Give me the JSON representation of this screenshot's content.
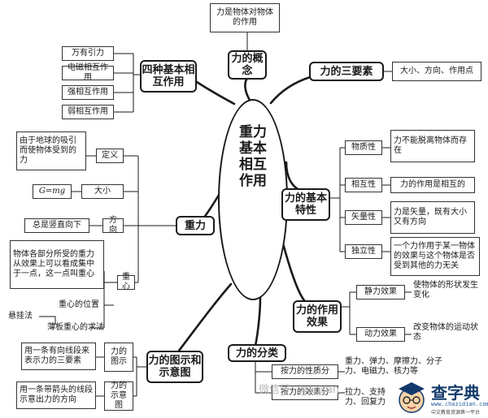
{
  "center": {
    "text": "重力 基本相互作用"
  },
  "concept": {
    "title": "力的概念",
    "definition": "力是物体对物体的作用"
  },
  "three_elements": {
    "title": "力的三要素",
    "detail": "大小、方向、作用点"
  },
  "four_interactions": {
    "title": "四种基本相互作用",
    "items": [
      "万有引力",
      "电磁相互作用",
      "强相互作用",
      "弱相互作用"
    ]
  },
  "gravity": {
    "title": "重力",
    "definition_label": "定义",
    "definition_text": "由于地球的吸引而使物体受到的力",
    "magnitude_label": "大小",
    "magnitude_formula": "G=mg",
    "direction_label": "方向",
    "direction_text": "总是竖直向下",
    "center_label": "重心",
    "center_text": "物体各部分所受的重力从效果上可以看成集中于一点，这一点叫重心",
    "center_position": "重心的位置",
    "suspension_method": "悬挂法",
    "thin_plate_method": "薄板重心的求法"
  },
  "basic_properties": {
    "title": "力的基本特性",
    "items": [
      {
        "label": "物质性",
        "text": "力不能脱离物体而存在"
      },
      {
        "label": "相互性",
        "text": "力的作用是相互的"
      },
      {
        "label": "矢量性",
        "text": "力是矢量，既有大小又有方向"
      },
      {
        "label": "独立性",
        "text": "一个力作用于某一物体的效果与这个物体是否受到其他的力无关"
      }
    ]
  },
  "effects": {
    "title": "力的作用效果",
    "items": [
      {
        "label": "静力效果",
        "text": "使物体的形状发生变化"
      },
      {
        "label": "动力效果",
        "text": "改变物体的运动状态"
      }
    ]
  },
  "diagrams": {
    "title": "力的图示和示意图",
    "items": [
      {
        "label": "力的图示",
        "text": "用一条有向线段来表示力的三要素"
      },
      {
        "label": "力的示意图",
        "text": "用一条带箭头的线段示意出力的方向"
      }
    ]
  },
  "classification": {
    "title": "力的分类",
    "by_nature_label": "按力的性质分",
    "by_nature_text": "重力、弹力、摩擦力、分子力、电磁力、核力等",
    "by_effect_label": "按力的效果分",
    "by_effect_text": "拉力、支持力、回复力"
  },
  "watermark": {
    "text": "微信号：gaosan"
  },
  "logo": {
    "title": "查字典",
    "url": "www.chazidian.com",
    "slogan": "中文教育资源第一平台"
  }
}
